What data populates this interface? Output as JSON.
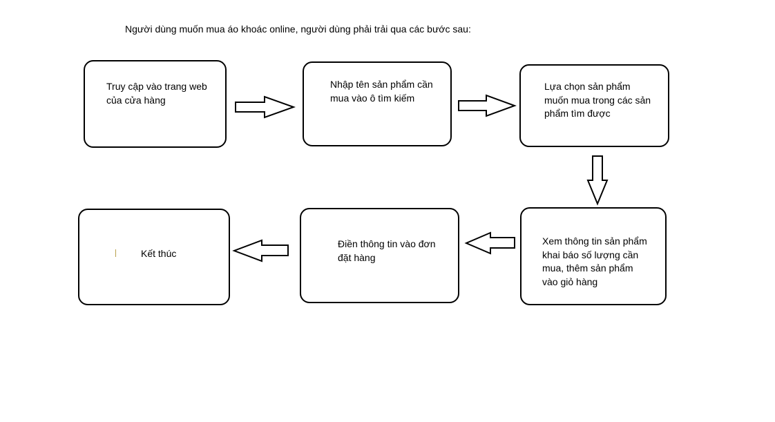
{
  "diagram": {
    "heading": "Người dùng muốn mua áo khoác online, người dùng phải trải qua các bước sau:",
    "steps": [
      {
        "id": "access-website",
        "text": "Truy cập vào trang web\ncủa cửa hàng"
      },
      {
        "id": "enter-product-name",
        "text": "Nhập tên sản phẩm cần\nmua vào ô tìm kiếm"
      },
      {
        "id": "choose-product",
        "text": "Lựa chọn sản phẩm\nmuốn mua trong các sản\nphẩm tìm được"
      },
      {
        "id": "view-product-info",
        "text": "Xem thông tin sản phẩm\nkhai báo số lượng cần\nmua, thêm sản phẩm\nvào giỏ hàng"
      },
      {
        "id": "fill-order-info",
        "text": "Điền thông tin vào đơn\nđặt hàng"
      },
      {
        "id": "end",
        "text": "Kết thúc"
      }
    ],
    "flow": [
      "access-website",
      "enter-product-name",
      "choose-product",
      "view-product-info",
      "fill-order-info",
      "end"
    ],
    "colors": {
      "stroke": "#000000",
      "fill": "#ffffff",
      "text": "#000000"
    }
  }
}
